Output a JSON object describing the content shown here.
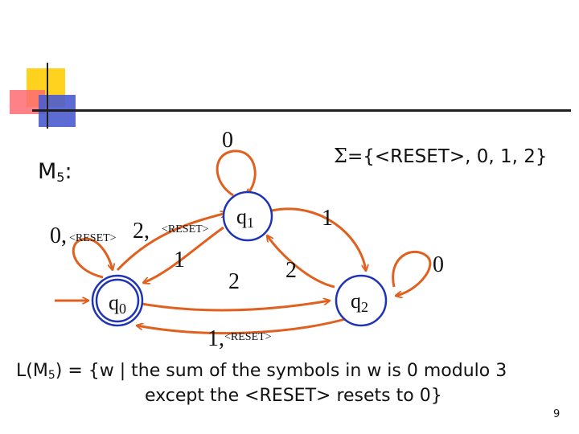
{
  "slide": {
    "machine_name": "M",
    "machine_sub": "5",
    "machine_colon": ":",
    "alphabet": {
      "sigma": "Σ",
      "text": "={<RESET>, 0, 1, 2}"
    },
    "language_line1_prefix": "L(M",
    "language_line1_sub": "5",
    "language_line1_rest": ") = {w | the sum of the symbols in w is 0 modulo 3",
    "language_line2": "except the <RESET> resets to 0}",
    "page_number": "9"
  },
  "diagram": {
    "states": {
      "q0": {
        "name": "q",
        "sub": "0"
      },
      "q1": {
        "name": "q",
        "sub": "1"
      },
      "q2": {
        "name": "q",
        "sub": "2"
      }
    },
    "labels": {
      "q1_self": "0",
      "q0_self_a": "0,",
      "q0_self_b": "<RESET>",
      "q0_to_q1_a": "2,",
      "q0_to_q1_b": "<RESET>",
      "q1_to_q0": "1",
      "q1_to_q2": "1",
      "q2_to_q1": "2",
      "q0_to_q2": "2",
      "q2_self": "0",
      "q2_to_q0_a": "1,",
      "q2_to_q0_b": "<RESET>"
    }
  },
  "colors": {
    "edge": "#e0611f",
    "state_border": "#1f34b5",
    "accent_yellow": "#ffd21f",
    "accent_red": "#ff6b73",
    "accent_blue": "#4b5bd0"
  }
}
